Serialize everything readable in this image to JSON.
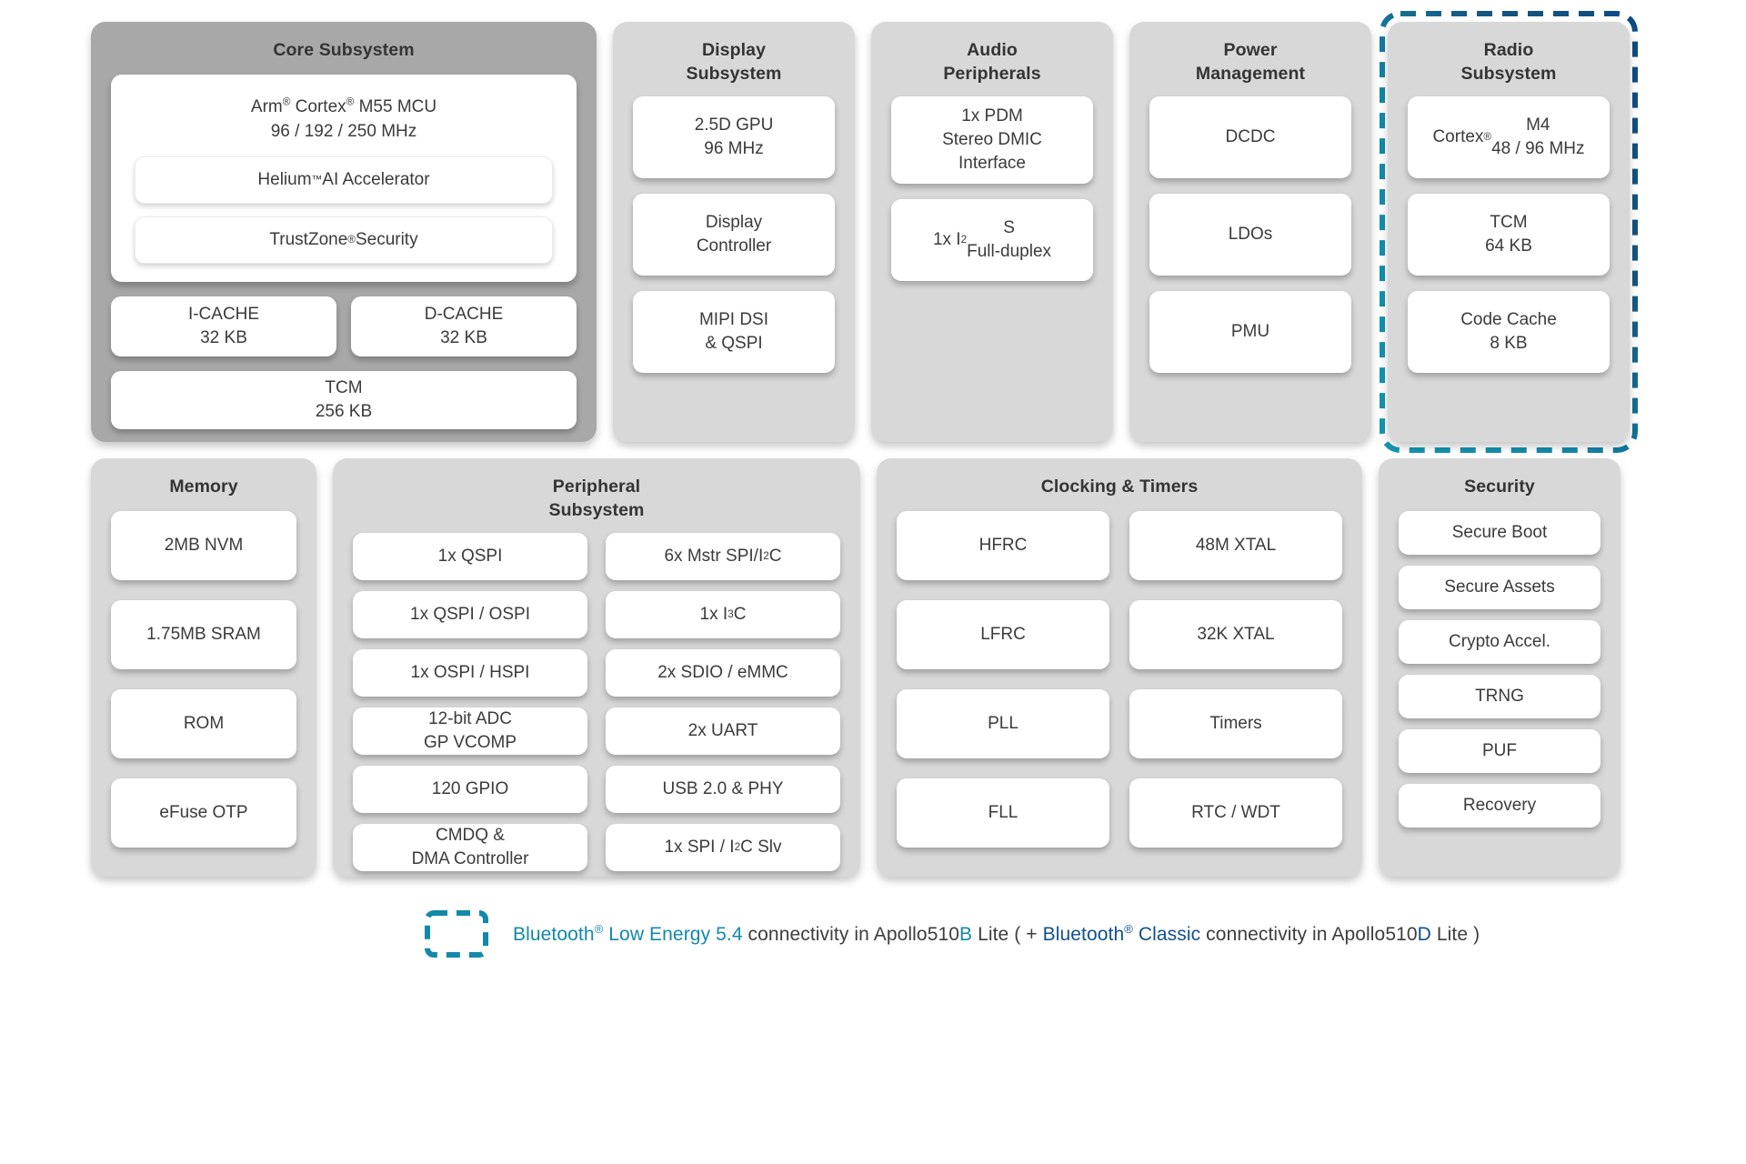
{
  "colors": {
    "panel_bg": "#d8d8d8",
    "panel_bg_dark": "#a8a8a8",
    "block_bg": "#ffffff",
    "text": "#3b3b3b",
    "ble_teal": "#1289a8",
    "bt_classic_navy": "#10508f",
    "dash_gradient_start": "#0e4a85",
    "dash_gradient_end": "#1596b0"
  },
  "top_row": {
    "core": {
      "title": "Core Subsystem",
      "cpu": "Arm® Cortex® M55 MCU\n96 / 192 / 250 MHz",
      "cpu_sub_blocks": [
        "Helium™ AI Accelerator",
        "TrustZone® Security"
      ],
      "caches": [
        "I-CACHE\n32 KB",
        "D-CACHE\n32 KB"
      ],
      "tcm": "TCM\n256 KB"
    },
    "display": {
      "title": "Display\nSubsystem",
      "blocks": [
        "2.5D GPU\n96 MHz",
        "Display\nController",
        "MIPI DSI\n& QSPI"
      ]
    },
    "audio": {
      "title": "Audio\nPeripherals",
      "blocks": [
        "1x PDM\nStereo DMIC\nInterface",
        "1x I²S\nFull-duplex"
      ]
    },
    "power": {
      "title": "Power\nManagement",
      "blocks": [
        "DCDC",
        "LDOs",
        "PMU"
      ]
    },
    "radio": {
      "title": "Radio\nSubsystem",
      "highlighted": true,
      "blocks": [
        "Cortex® M4\n48 / 96 MHz",
        "TCM\n64 KB",
        "Code Cache\n8 KB"
      ]
    }
  },
  "bottom_row": {
    "memory": {
      "title": "Memory",
      "blocks": [
        "2MB NVM",
        "1.75MB SRAM",
        "ROM",
        "eFuse OTP"
      ]
    },
    "peripheral": {
      "title": "Peripheral\nSubsystem",
      "left_blocks": [
        "1x QSPI",
        "1x QSPI / OSPI",
        "1x OSPI / HSPI",
        "12-bit ADC\nGP VCOMP",
        "120 GPIO",
        "CMDQ &\nDMA Controller"
      ],
      "right_blocks": [
        "6x Mstr SPI/I²C",
        "1x I³C",
        "2x SDIO / eMMC",
        "2x UART",
        "USB 2.0 & PHY",
        "1x SPI / I²C Slv"
      ]
    },
    "clocking": {
      "title": "Clocking & Timers",
      "left_blocks": [
        "HFRC",
        "LFRC",
        "PLL",
        "FLL"
      ],
      "right_blocks": [
        "48M XTAL",
        "32K XTAL",
        "Timers",
        "RTC / WDT"
      ]
    },
    "security": {
      "title": "Security",
      "blocks": [
        "Secure Boot",
        "Secure Assets",
        "Crypto Accel.",
        "TRNG",
        "PUF",
        "Recovery"
      ]
    }
  },
  "legend": {
    "swatch_icon": "dashed-rectangle-icon",
    "parts": [
      {
        "text": "Bluetooth® Low Energy 5.4",
        "style": "ble"
      },
      {
        "text": " connectivity in Apollo510",
        "style": "plain"
      },
      {
        "text": "B",
        "style": "ble"
      },
      {
        "text": " Lite ( + ",
        "style": "plain"
      },
      {
        "text": "Bluetooth® Classic",
        "style": "bt-classic"
      },
      {
        "text": " connectivity in Apollo510",
        "style": "plain"
      },
      {
        "text": "D",
        "style": "bt-classic"
      },
      {
        "text": " Lite )",
        "style": "plain"
      }
    ]
  }
}
